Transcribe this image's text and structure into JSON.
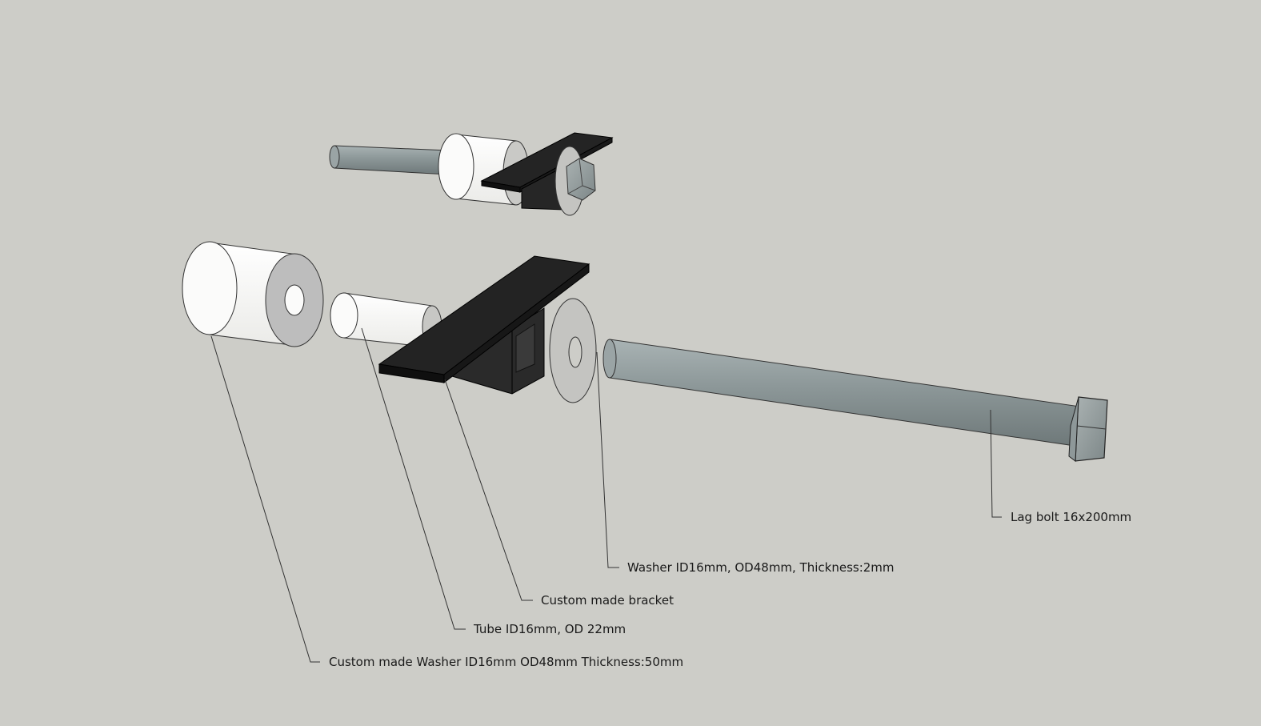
{
  "diagram": {
    "background_color": "#cdcdc8",
    "labels": {
      "custom_washer": "Custom made Washer ID16mm OD48mm Thickness:50mm",
      "tube": "Tube ID16mm, OD 22mm",
      "bracket": "Custom made bracket",
      "washer": "Washer ID16mm, OD48mm, Thickness:2mm",
      "lag_bolt": "Lag bolt 16x200mm"
    },
    "colors": {
      "white_part": "#f7f7f5",
      "white_part_face": "#bdbdbd",
      "bracket": "#222222",
      "bolt": "#8a9596",
      "leader_line": "#333333"
    }
  }
}
